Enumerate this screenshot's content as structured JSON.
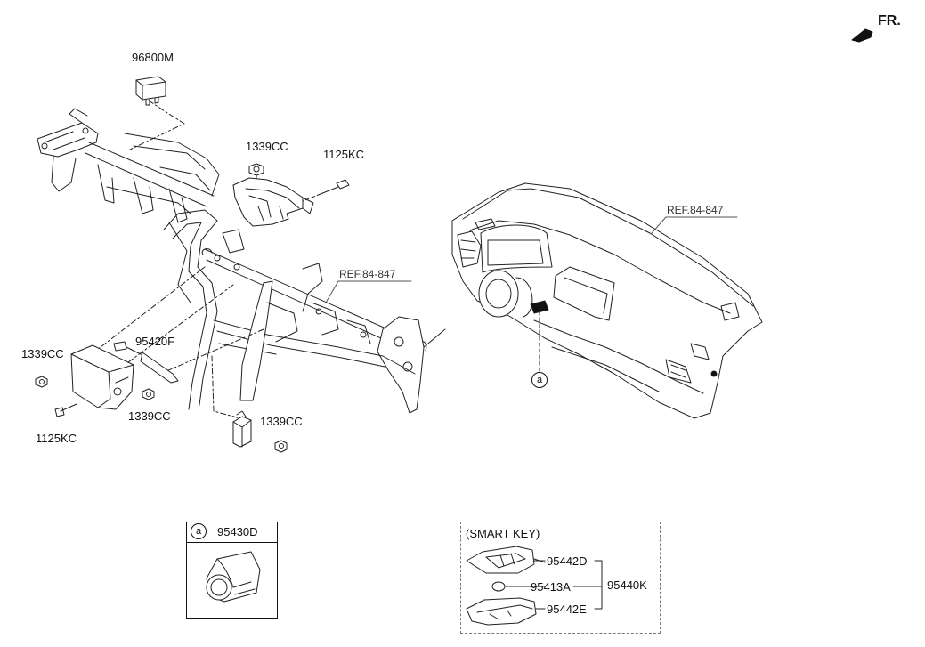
{
  "orientation": {
    "label": "FR."
  },
  "parts": {
    "p96800M": "96800M",
    "p1339CC_top": "1339CC",
    "p1125KC_top": "1125KC",
    "p95420F": "95420F",
    "p1339CC_left": "1339CC",
    "p1339CC_mid": "1339CC",
    "p1125KC_bottom": "1125KC",
    "p1339CC_bottom": "1339CC"
  },
  "references": {
    "ref_left": "REF.84-847",
    "ref_right": "REF.84-847"
  },
  "callout": {
    "marker": "a"
  },
  "detail_box": {
    "marker": "a",
    "part": "95430D"
  },
  "smart_key": {
    "title": "(SMART KEY)",
    "fob_top": "95442D",
    "battery": "95413A",
    "fob_bottom": "95442E",
    "assembly": "95440K"
  }
}
